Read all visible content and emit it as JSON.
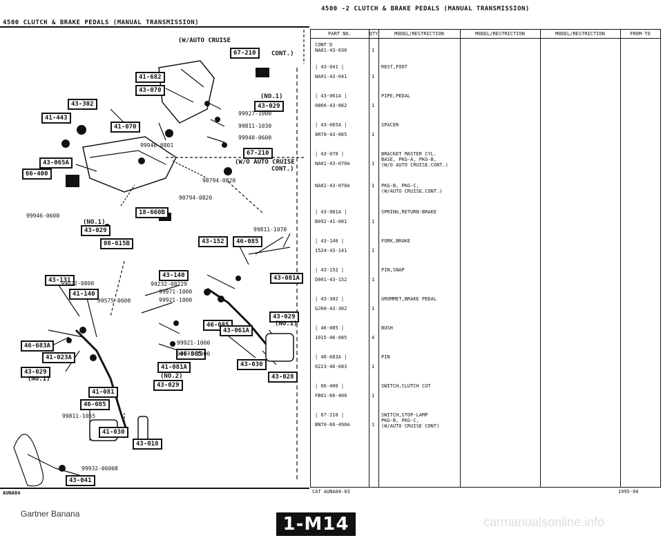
{
  "header": {
    "left_title": "4500  CLUTCH & BRAKE PEDALS (MANUAL TRANSMISSION)",
    "right_title": "4500 -2  CLUTCH & BRAKE PEDALS (MANUAL TRANSMISSION)"
  },
  "diagram": {
    "boxes": [
      "41-682",
      "43-070",
      "43-302",
      "41-443",
      "41-070",
      "43-065A",
      "66-400",
      "18-660B",
      "43-029",
      "67-210",
      "43-029",
      "67-210",
      "43-152",
      "46-085",
      "08-615B",
      "43-131",
      "41-140",
      "43-140",
      "43-081A",
      "46-085",
      "43-029",
      "46-683A",
      "41-023A",
      "43-061A",
      "46-085",
      "41-081A",
      "43-030",
      "43-028",
      "43-029",
      "41-081",
      "46-085",
      "43-029",
      "41-030",
      "43-018",
      "43-041"
    ],
    "part_numbers": [
      "99927-1000",
      "99811-1030",
      "99940-0600",
      "99940-0801",
      "90794-0820",
      "90794-0820",
      "99946-0600",
      "99811-1070",
      "99022-0800",
      "99232-08229",
      "99971-1000",
      "99921-1000",
      "99575-0600",
      "99921-1000",
      "99971-1000",
      "99811-1055",
      "99932-06008"
    ],
    "notes": [
      "(W/AUTO CRUISE",
      "CONT.)",
      "(NO.1)",
      "(W/O AUTO CRUISE",
      "CONT.)",
      "(NO.1)",
      "(NO.1)",
      "(NO.1)",
      "(NO.2)"
    ]
  },
  "table": {
    "columns": [
      "PART NO.",
      "QTY",
      "MODEL/RESTRICTION",
      "MODEL/RESTRICTION",
      "MODEL/RESTRICTION",
      "FROM-TO"
    ],
    "rows": [
      {
        "ref": "",
        "part": "CONT'D\nNA01-43-030",
        "qty": "1",
        "desc": ""
      },
      {
        "ref": "| 43-041 |",
        "part": "NA01-43-041",
        "qty": "1",
        "desc": "REST,FOOT"
      },
      {
        "ref": "| 43-061A |",
        "part": "0866-43-062",
        "qty": "1",
        "desc": "PIPE,PEDAL"
      },
      {
        "ref": "| 43-065A |",
        "part": "8R70-43-065",
        "qty": "1",
        "desc": "SPACER"
      },
      {
        "ref": "| 43-070 |",
        "part": "NA01-43-070A",
        "qty": "1",
        "desc": "BRACKET MASTER CYL.\nBASE, PKG-A, PKG-B,\n(W/O AUTO CRUISE.CONT.)"
      },
      {
        "ref": "",
        "part": "NA02-43-070A",
        "qty": "1",
        "desc": "PKG-B, PKG-C,\n(W/AUTO CRUISE.CONT.)"
      },
      {
        "ref": "| 43-081A |",
        "part": "B092-41-081",
        "qty": "1",
        "desc": "SPRING,RETURN-BRAKE"
      },
      {
        "ref": "| 43-140 |",
        "part": "1524-43-141",
        "qty": "1",
        "desc": "FORK,BRAKE"
      },
      {
        "ref": "| 43-152 |",
        "part": "D001-43-152",
        "qty": "1",
        "desc": "PIN,SNAP"
      },
      {
        "ref": "| 43-302 |",
        "part": "GJ60-43-302",
        "qty": "1",
        "desc": "GROMMET,BRAKE PEDAL"
      },
      {
        "ref": "| 46-085 |",
        "part": "1015-46-085",
        "qty": "4",
        "desc": "BUSH"
      },
      {
        "ref": "| 46-683A |",
        "part": "0223-46-683",
        "qty": "1",
        "desc": "PIN"
      },
      {
        "ref": "| 66-400 |",
        "part": "FB01-66-400",
        "qty": "1",
        "desc": "SWITCH,CLUTCH CUT"
      },
      {
        "ref": "| 67-210 |",
        "part": "BN70-66-490A",
        "qty": "1",
        "desc": "SWITCH,STOP-LAMP\nPKG-B, PKG-C,\n(W/AUTO CRUISE CONT)"
      }
    ]
  },
  "footer": {
    "left_code": "AUNA04",
    "cat_code": "CAT  AUNA04-03",
    "date": "1995-04",
    "brand": "Gartner Banana",
    "page_code": "1-M14",
    "watermark": "carmanualsonline.info"
  }
}
